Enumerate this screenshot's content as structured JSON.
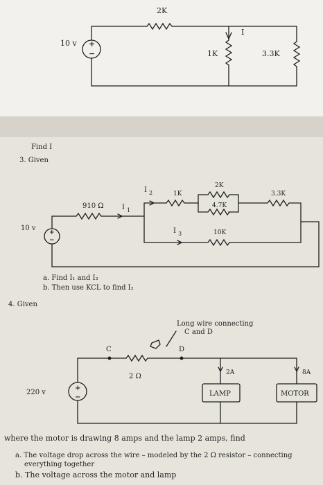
{
  "circuit1": {
    "resistor_top": "2K",
    "source": "10 v",
    "current": "I",
    "resistor_mid": "1K",
    "resistor_right": "3.3K",
    "plus": "+",
    "minus": "−"
  },
  "problem2": {
    "find": "Find I",
    "number": "3. Given"
  },
  "circuit2": {
    "r_left": "910 Ω",
    "i1": "I",
    "i1_sub": "1",
    "i2": "I",
    "i2_sub": "2",
    "r_1k": "1K",
    "r_2k": "2K",
    "r_47k": "4.7K",
    "r_33k": "3.3K",
    "source": "10 v",
    "i3": "I",
    "i3_sub": "3",
    "r_10k": "10K",
    "task_a": "a.  Find I₁ and I₃",
    "task_b": "b.  Then use KCL to find I₂"
  },
  "problem4": {
    "number": "4.  Given"
  },
  "circuit4": {
    "note_line1": "Long wire connecting",
    "note_line2": "C and D",
    "node_c": "C",
    "node_d": "D",
    "r_wire": "2 Ω",
    "i_lamp": "2A",
    "i_motor": "8A",
    "source": "220 v",
    "lamp": "LAMP",
    "motor": "MOTOR"
  },
  "text": {
    "statement": "where the motor is drawing 8 amps and the lamp 2 amps, find",
    "item_a_line1": "a.  The voltage drop across the wire  –  modeled by the 2 Ω resistor  –  connecting",
    "item_a_line2": "everything together",
    "item_b": "b.  The voltage across the motor and lamp"
  },
  "colors": {
    "ink": "#1e1e1e",
    "paper_top": "#f2f1ed",
    "paper_bottom": "#e7e4dc"
  }
}
